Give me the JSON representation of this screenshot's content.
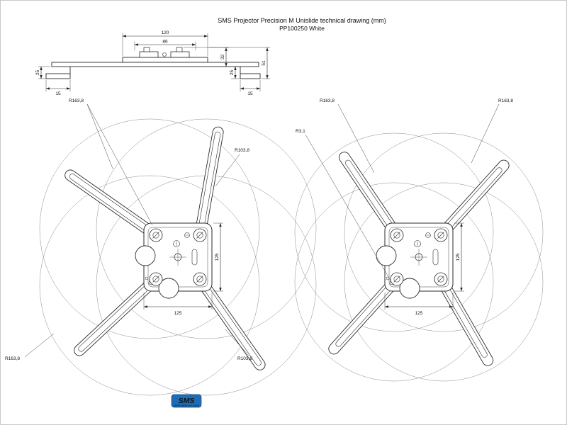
{
  "title": {
    "line1": "SMS Projector Precision M Unislide technical drawing (mm)",
    "line2": "PP100250 White"
  },
  "side_view": {
    "dim_120": "120",
    "dim_86": "86",
    "dim_32": "32",
    "dim_51": "51",
    "dim_25_left": "25",
    "dim_25_right": "25",
    "dim_15_left": "15",
    "dim_15_right": "15"
  },
  "left_view": {
    "r_top_left": "R163,8",
    "r_mid_right": "R103,8",
    "r_bottom_left": "R163,8",
    "r_bottom_right": "R103,8",
    "dim_height": "125",
    "dim_width": "125"
  },
  "right_view": {
    "r_top_left": "R163,8",
    "r_top_right": "R163,8",
    "r_small": "R3,1",
    "dim_height": "125",
    "dim_width": "125"
  },
  "logo": {
    "text": "SMS",
    "subtext": "SMART MEDIA SOLUTIONS",
    "color": "#1e6cb5"
  }
}
